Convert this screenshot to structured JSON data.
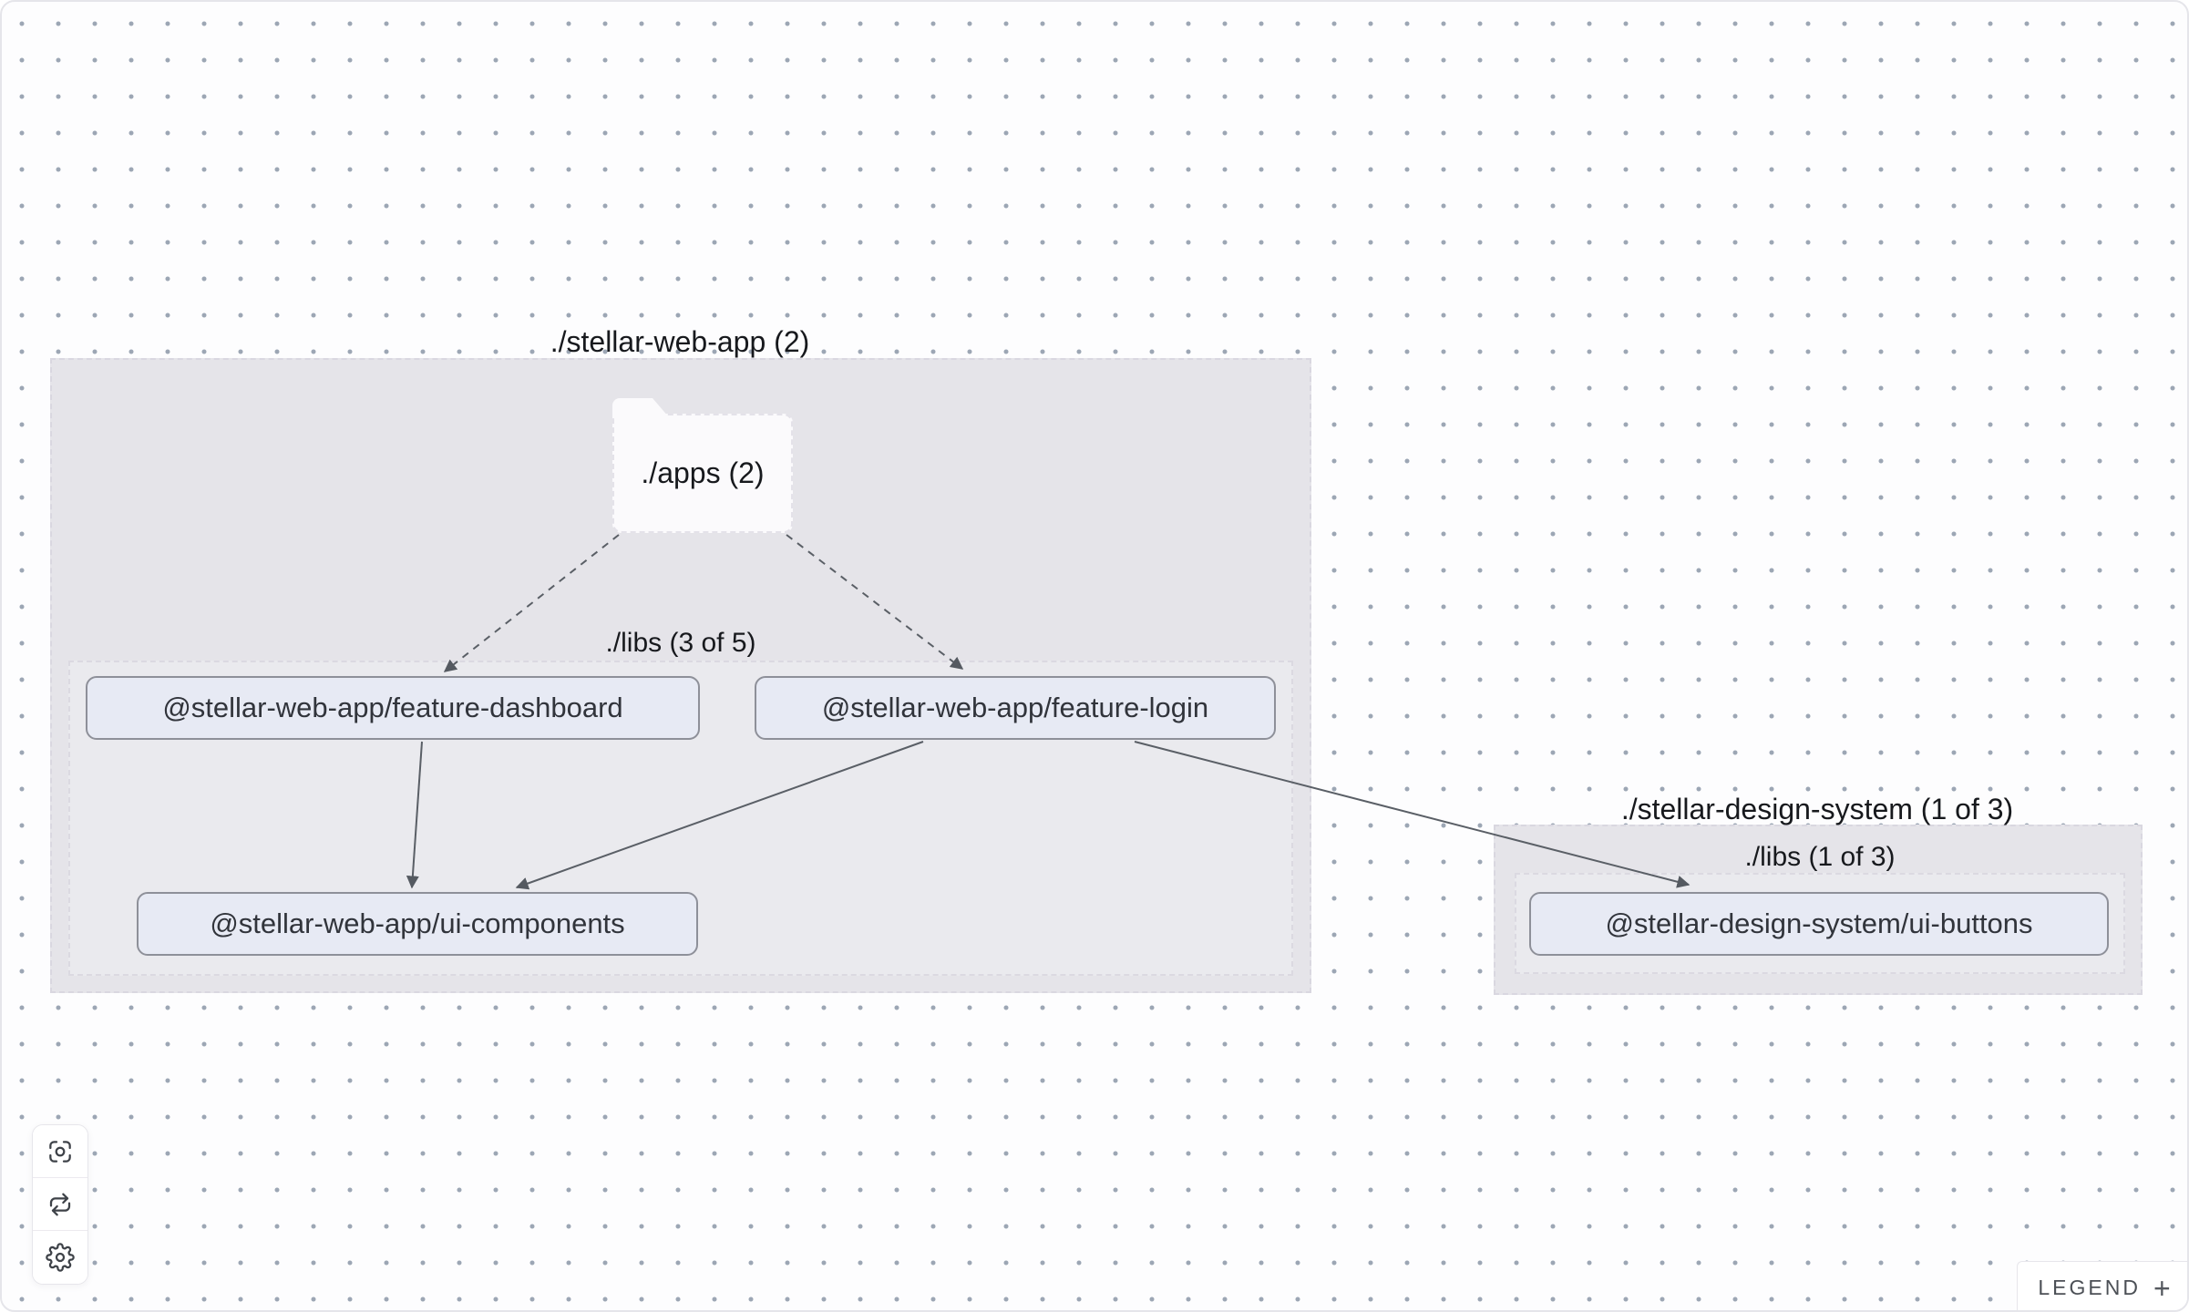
{
  "graph": {
    "groups": [
      {
        "id": "stellar-web-app",
        "label": "./stellar-web-app (2)"
      },
      {
        "id": "stellar-design-system",
        "label": "./stellar-design-system (1 of 3)"
      }
    ],
    "subgroups": [
      {
        "id": "libs-web-app",
        "label": "./libs (3 of 5)"
      },
      {
        "id": "libs-design-system",
        "label": "./libs (1 of 3)"
      }
    ],
    "folder": {
      "id": "apps",
      "label": "./apps (2)"
    },
    "nodes": [
      {
        "id": "feature-dashboard",
        "label": "@stellar-web-app/feature-dashboard"
      },
      {
        "id": "feature-login",
        "label": "@stellar-web-app/feature-login"
      },
      {
        "id": "ui-components",
        "label": "@stellar-web-app/ui-components"
      },
      {
        "id": "ui-buttons",
        "label": "@stellar-design-system/ui-buttons"
      }
    ],
    "edges": [
      {
        "from": "apps",
        "to": "feature-dashboard",
        "style": "dashed"
      },
      {
        "from": "apps",
        "to": "feature-login",
        "style": "dashed"
      },
      {
        "from": "feature-dashboard",
        "to": "ui-components",
        "style": "solid"
      },
      {
        "from": "feature-login",
        "to": "ui-components",
        "style": "solid"
      },
      {
        "from": "feature-login",
        "to": "ui-buttons",
        "style": "solid"
      }
    ]
  },
  "toolbar": {
    "buttons": [
      {
        "icon": "focus-icon"
      },
      {
        "icon": "refresh-icon"
      },
      {
        "icon": "settings-icon"
      }
    ]
  },
  "legend": {
    "label": "LEGEND",
    "plus": "+"
  },
  "colors": {
    "group_fill": "#e5e4e9",
    "node_fill": "#e7eaf4",
    "node_border": "#8e9099",
    "edge": "#5a5f66",
    "dot_grid": "#9ca6b4",
    "background": "#fdfdfe"
  }
}
